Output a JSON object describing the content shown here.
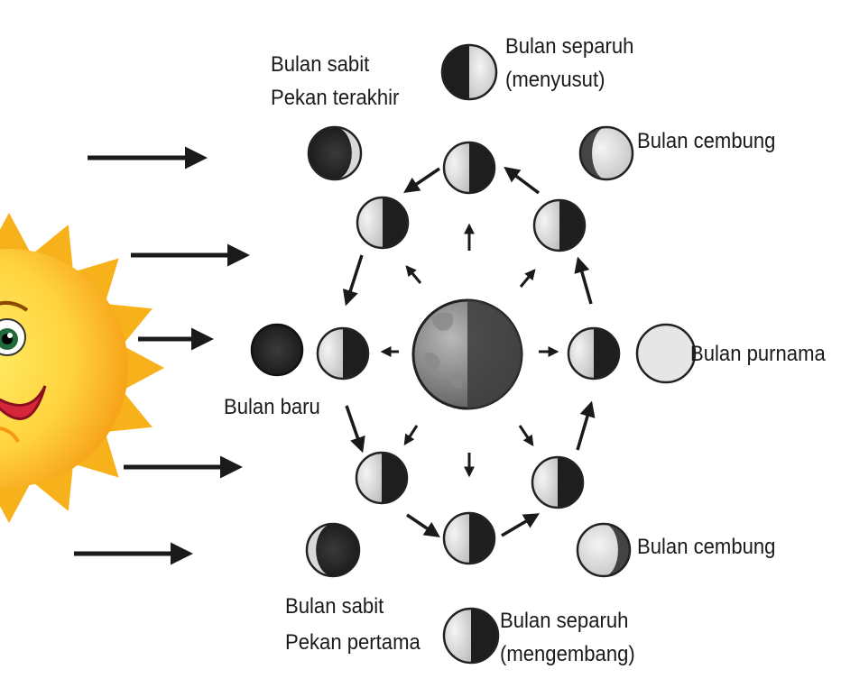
{
  "diagram": {
    "phases": {
      "waning_crescent": {
        "line1": "Bulan sabit",
        "line2": "Pekan terakhir"
      },
      "last_quarter": {
        "line1": "Bulan separuh",
        "line2": "(menyusut)"
      },
      "waning_gibbous": {
        "label": "Bulan cembung"
      },
      "full_moon": {
        "label": "Bulan purnama"
      },
      "new_moon": {
        "label": "Bulan baru"
      },
      "waxing_gibbous": {
        "label": "Bulan cembung"
      },
      "waxing_crescent": {
        "line1": "Bulan sabit",
        "line2": "Pekan pertama"
      },
      "first_quarter": {
        "line1": "Bulan separuh",
        "line2": "(mengembang)"
      }
    },
    "sunlight_arrows": 5,
    "colors": {
      "sun_outer": "#f7b21b",
      "sun_face": "#ffd23d",
      "ink": "#1a1a1a",
      "earth": "#6a6a6a"
    }
  }
}
